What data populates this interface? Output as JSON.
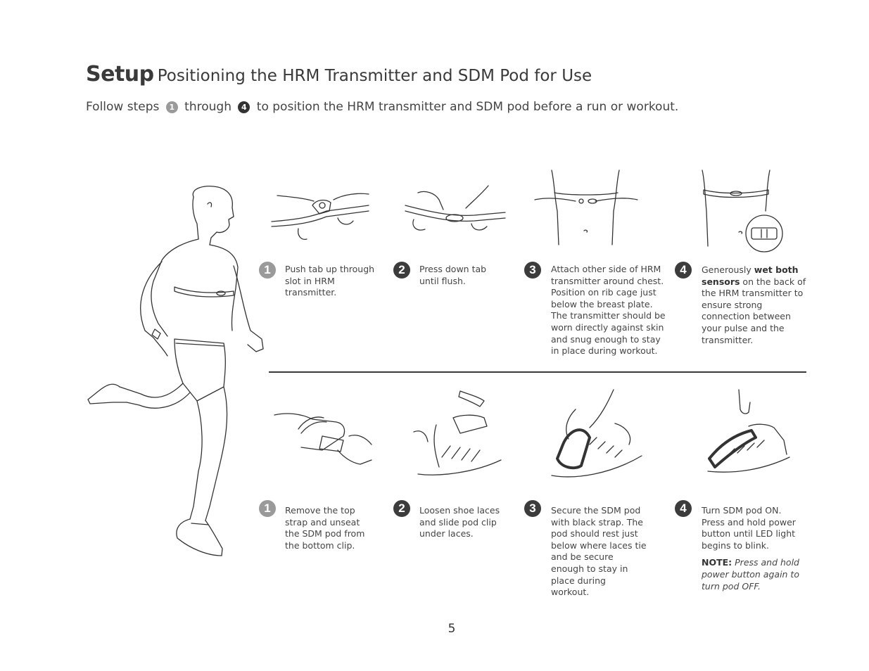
{
  "header": {
    "title_bold": "Setup",
    "title_rest": "Positioning the HRM Transmitter and SDM Pod for Use"
  },
  "intro": {
    "prefix": "Follow steps",
    "step_start": "1",
    "middle": "through",
    "step_end": "4",
    "suffix": "to position the HRM transmitter and SDM pod before a run or workout."
  },
  "hrm_steps": [
    {
      "number": "1",
      "text": "Push tab up through slot in HRM transmitter."
    },
    {
      "number": "2",
      "text": "Press down tab until flush."
    },
    {
      "number": "3",
      "text": "Attach other side of HRM transmitter around chest. Position on rib cage just below the breast plate. The transmitter should be worn directly against skin and snug enough to stay in place during workout."
    },
    {
      "number": "4",
      "text_pre": "Generously ",
      "text_bold": "wet both sensors",
      "text_post": " on the back of the HRM transmitter to ensure strong connection between your pulse and the transmitter."
    }
  ],
  "sdm_steps": [
    {
      "number": "1",
      "text": "Remove the top strap and unseat the SDM pod from the bottom clip."
    },
    {
      "number": "2",
      "text": "Loosen shoe laces and slide pod clip under laces."
    },
    {
      "number": "3",
      "text": "Secure the SDM pod with black strap. The pod should rest just below where laces tie and be secure enough to stay in place during workout."
    },
    {
      "number": "4",
      "text": "Turn SDM pod ON. Press and hold power button until LED light begins to blink.",
      "note_label": "NOTE:",
      "note_text": "Press and hold power button again to turn pod OFF."
    }
  ],
  "footer": {
    "page_number": "5"
  },
  "colors": {
    "light_badge": "#9a9a9a",
    "dark_badge": "#3c3c3c",
    "text": "#444444"
  }
}
